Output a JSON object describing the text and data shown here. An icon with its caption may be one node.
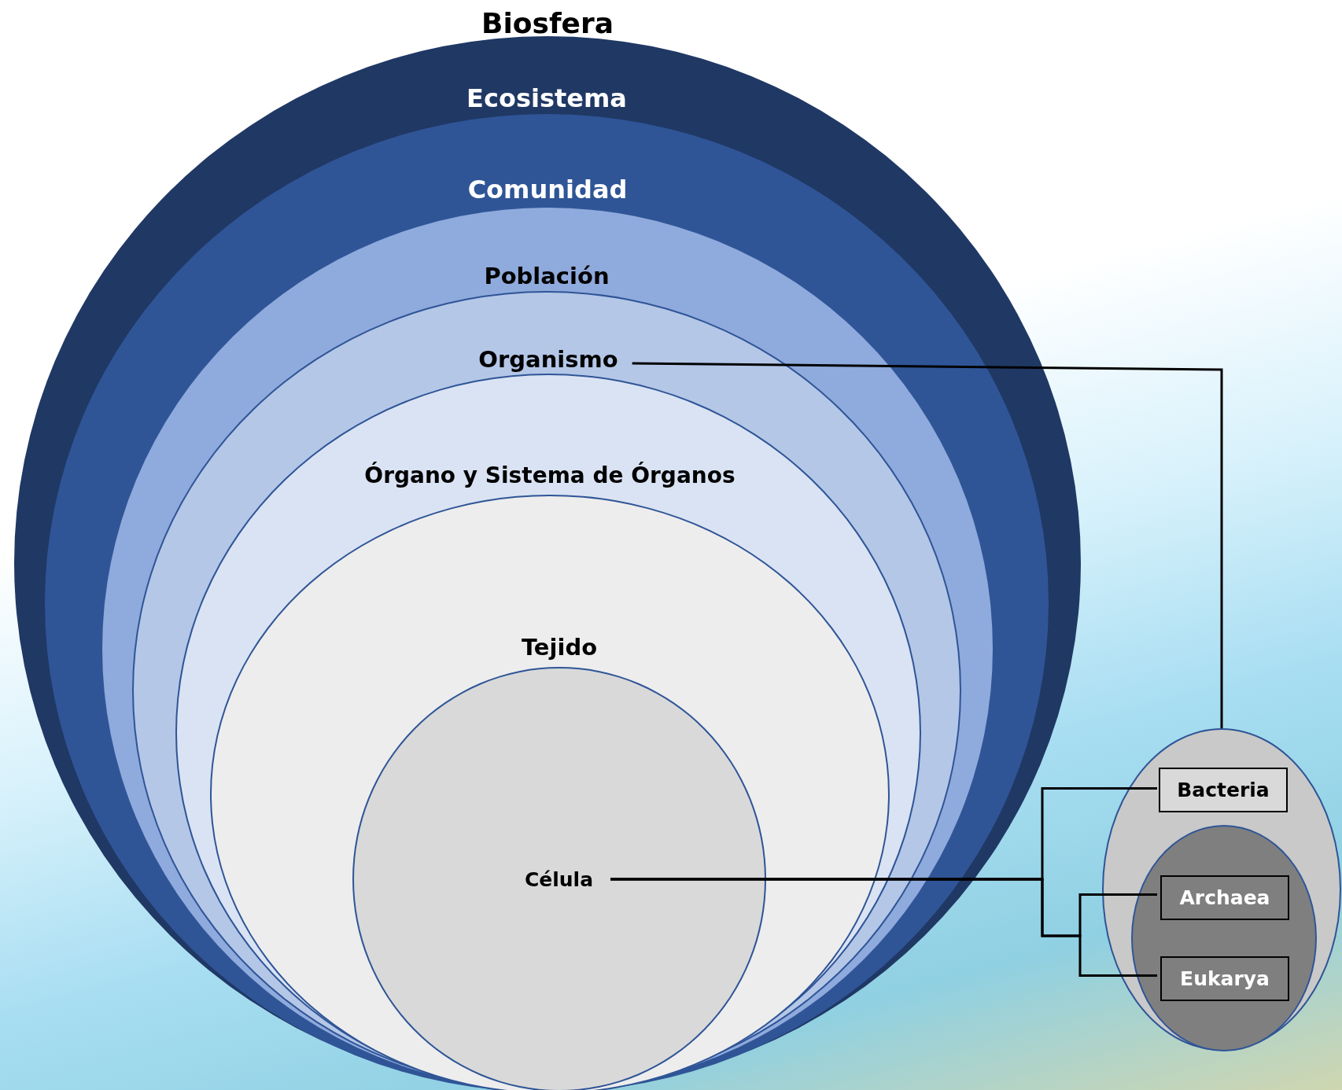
{
  "diagram": {
    "nodes": [
      {
        "text": [
          "Biosfera"
        ]
      },
      {
        "text": [
          "Ecosistema"
        ],
        "in": 0
      },
      {
        "text": [
          "Comunidad"
        ],
        "in": 1
      },
      {
        "text": [
          "Población"
        ],
        "in": 2
      },
      {
        "text": [
          "Organismo"
        ],
        "in": 3
      },
      {
        "text": [
          "Órgano y Sistema de Órganos"
        ],
        "in": 4
      },
      {
        "text": [
          "Tejido"
        ],
        "in": 5
      },
      {
        "text": [
          "Célula"
        ],
        "in": 6
      },
      {
        "text": [],
        "shape": "circle"
      },
      {
        "text": [
          "Bacteria"
        ],
        "in": 8
      },
      {
        "text": [],
        "shape": "circle",
        "in": 8
      },
      {
        "text": [
          "Archaea"
        ],
        "in": 10
      },
      {
        "text": [
          "Eukarya"
        ],
        "in": 10
      }
    ],
    "edges": [
      {
        "from": 4,
        "to": 8,
        "arrow": "none"
      },
      {
        "from": 7,
        "to": 9,
        "arrow": "none"
      },
      {
        "from": 7,
        "to": 11,
        "arrow": "none"
      },
      {
        "from": 7,
        "to": 12,
        "arrow": "none"
      }
    ]
  }
}
